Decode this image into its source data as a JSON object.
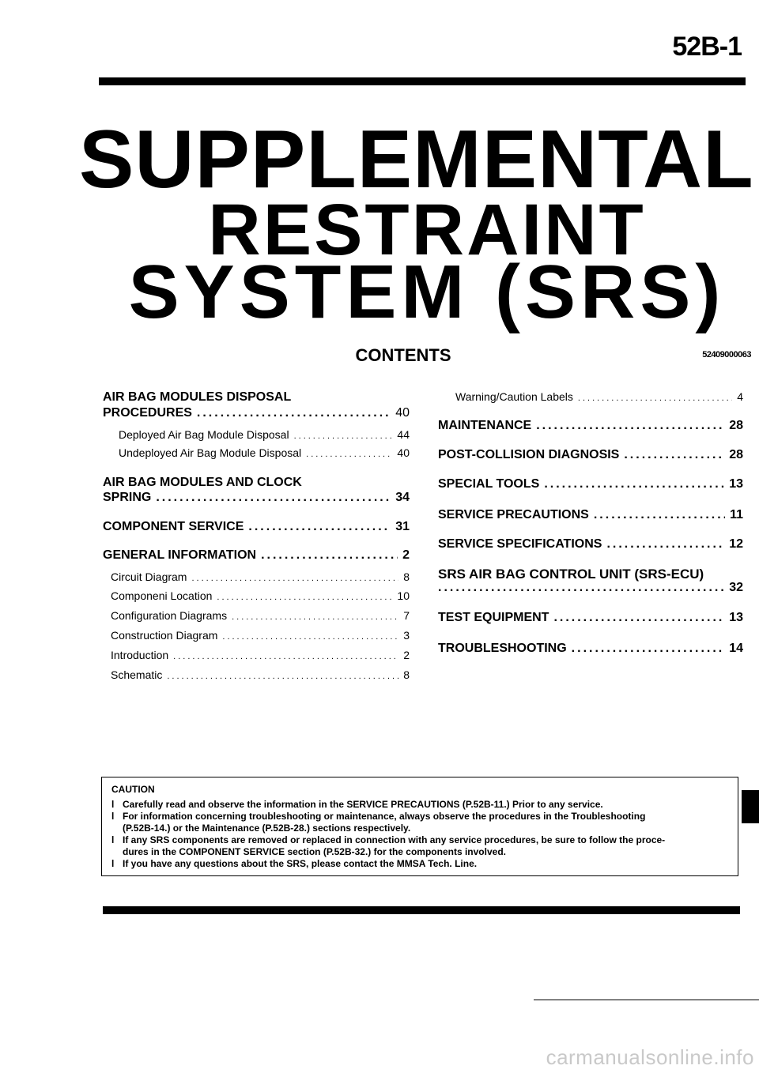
{
  "header": {
    "page_number": "52B-1"
  },
  "title": {
    "line1": "SUPPLEMENTAL,",
    "line2": "RESTRAINT",
    "line3": "SYSTEM (SRS)"
  },
  "contents": {
    "heading": "CONTENTS",
    "doc_code": "52409000063",
    "left": {
      "air_bag_disposal_l1": "AIR BAG MODULES DISPOSAL",
      "air_bag_disposal_l2": "PROCEDURES",
      "air_bag_disposal_pg": "40",
      "deployed": "Deployed Air Bag Module Disposal",
      "deployed_pg": "44",
      "undeployed": "Undeployed Air Bag Module Disposal",
      "undeployed_pg": "40",
      "clock_l1": "AIR BAG MODULES AND CLOCK",
      "clock_l2": "SPRING",
      "clock_pg": "34",
      "component_service": "COMPONENT SERVICE",
      "component_service_pg": "31",
      "general_info": "GENERAL INFORMATION",
      "general_info_pg": "2",
      "circuit": "Circuit Diagram",
      "circuit_pg": "8",
      "componeni": "Componeni Location",
      "componeni_pg": "10",
      "configuration": "Configuration Diagrams",
      "configuration_pg": "7",
      "construction": "Construction Diagram",
      "construction_pg": "3",
      "introduction": "Introduction",
      "introduction_pg": "2",
      "schematic": "Schematic",
      "schematic_pg": "8"
    },
    "right": {
      "warning": "Warning/Caution Labels",
      "warning_pg": "4",
      "maintenance": "MAINTENANCE",
      "maintenance_pg": "28",
      "post_collision": "POST-COLLISION DIAGNOSIS",
      "post_collision_pg": "28",
      "special_tools": "SPECIAL TOOLS",
      "special_tools_pg": "13",
      "precautions": "SERVICE PRECAUTIONS",
      "precautions_pg": "11",
      "specifications": "SERVICE SPECIFICATIONS",
      "specifications_pg": "12",
      "srs_ecu": "SRS AIR BAG CONTROL UNIT (SRS-ECU)",
      "srs_ecu_pg": "32",
      "test_equipment": "TEST EQUIPMENT",
      "test_equipment_pg": "13",
      "troubleshooting": "TROUBLESHOOTING",
      "troubleshooting_pg": "14"
    }
  },
  "caution": {
    "title": "CAUTION",
    "bullet": "l",
    "item1": "Carefully read and observe the information in the SERVICE PRECAUTIONS (P.52B-11.) Prior to any service.",
    "item2a": "For information concerning troubleshooting or maintenance, always observe the procedures in the Troubleshooting",
    "item2b": "(P.52B-14.) or the Maintenance (P.52B-28.) sections respectively.",
    "item3a": "If any SRS components are removed or replaced in connection with any service procedures, be sure to follow the proce-",
    "item3b": "dures in the COMPONENT SERVICE section (P.52B-32.) for the components involved.",
    "item4": "If you have any questions about the SRS, please contact the MMSA Tech. Line."
  },
  "footer": {
    "watermark": "carmanualsonline.info"
  }
}
